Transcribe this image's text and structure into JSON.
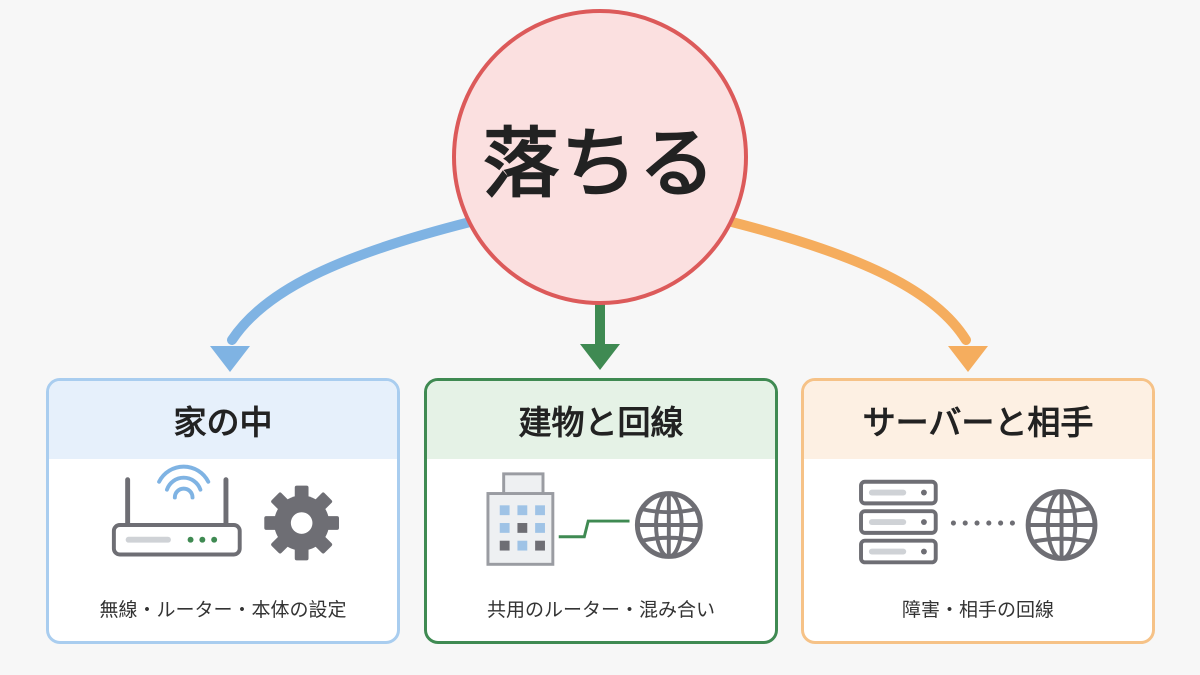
{
  "center": {
    "label": "落ちる"
  },
  "cards": [
    {
      "title": "家の中",
      "caption": "無線・ルーター・本体の設定"
    },
    {
      "title": "建物と回線",
      "caption": "共用のルーター・混み合い"
    },
    {
      "title": "サーバーと相手",
      "caption": "障害・相手の回線"
    }
  ],
  "colors": {
    "center_fill": "#fbe0e0",
    "center_border": "#dc5a5a",
    "home": "#7fb3e3",
    "building": "#3f8a52",
    "server": "#f5ad5e",
    "icon_gray": "#6e6e74"
  },
  "icons": {
    "home": [
      "wifi-router-icon",
      "gear-icon"
    ],
    "building": [
      "building-icon",
      "globe-icon"
    ],
    "server": [
      "server-icon",
      "globe-icon"
    ]
  }
}
